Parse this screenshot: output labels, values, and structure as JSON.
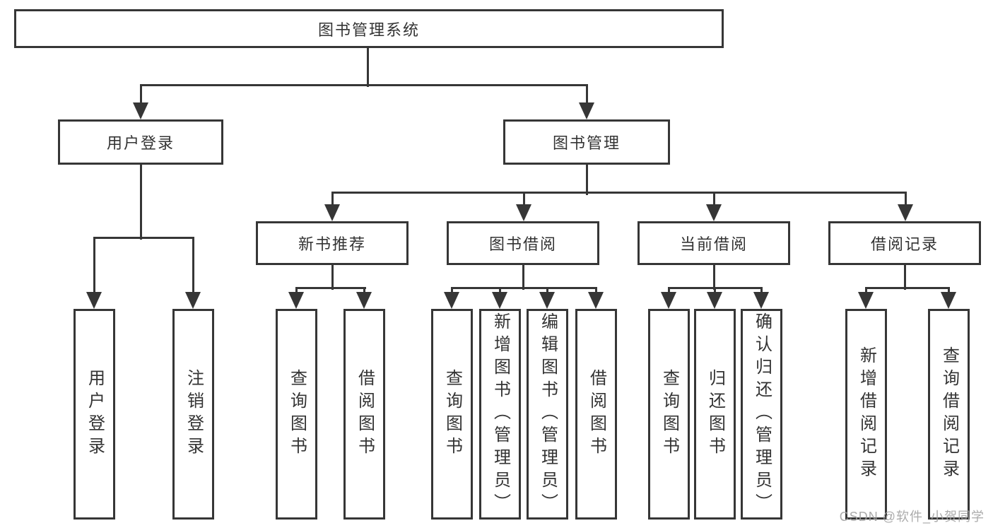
{
  "diagram": {
    "title": "图书管理系统",
    "root": {
      "label": "图书管理系统"
    },
    "level2": [
      {
        "id": "user-login",
        "label": "用户登录"
      },
      {
        "id": "book-management",
        "label": "图书管理"
      }
    ],
    "level3": [
      {
        "id": "new-book-recommend",
        "label": "新书推荐"
      },
      {
        "id": "book-borrow",
        "label": "图书借阅"
      },
      {
        "id": "current-borrow",
        "label": "当前借阅"
      },
      {
        "id": "borrow-record",
        "label": "借阅记录"
      }
    ],
    "leaves": {
      "user_login": [
        "用户登录",
        "注销登录"
      ],
      "new_book_recommend": [
        "查询图书",
        "借阅图书"
      ],
      "book_borrow": [
        "查询图书",
        "新增图书（管理员）",
        "编辑图书（管理员）",
        "借阅图书"
      ],
      "current_borrow": [
        "查询图书",
        "归还图书",
        "确认归还（管理员）"
      ],
      "borrow_record": [
        "新增借阅记录",
        "查询借阅记录"
      ]
    },
    "watermark": "CSDN @软件_小贺同学"
  },
  "colors": {
    "line": "#363636",
    "text": "#333333",
    "background": "#ffffff",
    "watermark": "#a3a3a3"
  }
}
